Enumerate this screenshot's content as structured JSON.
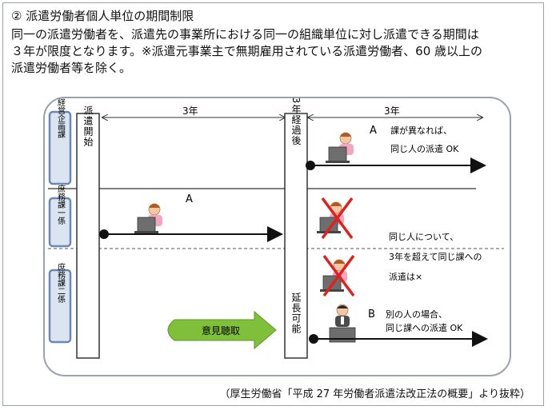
{
  "heading": "② 派遣労働者個人単位の期間制限",
  "intro": {
    "line1": "同一の派遣労働者を、派遣先の事業所における同一の組織単位に対し派遣できる期間は",
    "line2": "３年が限度となります。※派遣元事業主で無期雇用されている派遣労働者、60 歳以上の",
    "line3": "派遣労働者等を除く。"
  },
  "diagram": {
    "span_left": "3年",
    "span_right": "3年",
    "departments": [
      "経営企画課",
      "庶務課一係",
      "庶務課二係"
    ],
    "start_label": "派遣開始",
    "elapsed_label": "3年経過後",
    "extension_label": "延長可能",
    "worker_a_label": "A",
    "case_a": {
      "letter": "A",
      "line1": "課が異なれば、",
      "line2": "同じ人の派遣 OK"
    },
    "case_same": {
      "line1": "同じ人について、",
      "line2": "3年を超えて同じ課への",
      "line3": "派遣は×"
    },
    "case_b": {
      "letter": "B",
      "line1": "別の人の場合、",
      "line2": "同じ課への派遣 OK"
    },
    "opinion_label": "意見聴取"
  },
  "source": "（厚生労働省「平成 27 年労働者派遣法改正法の概要」より抜粋）",
  "colors": {
    "box_blue": "#6a87b8",
    "box_fill": "#dbe5f2",
    "arrow_green": "#7fbf3a",
    "cross_red": "#e0201b",
    "skin": "#f4c7a2",
    "pink_shirt": "#f2a7c0",
    "suit": "#4c4c4c"
  }
}
